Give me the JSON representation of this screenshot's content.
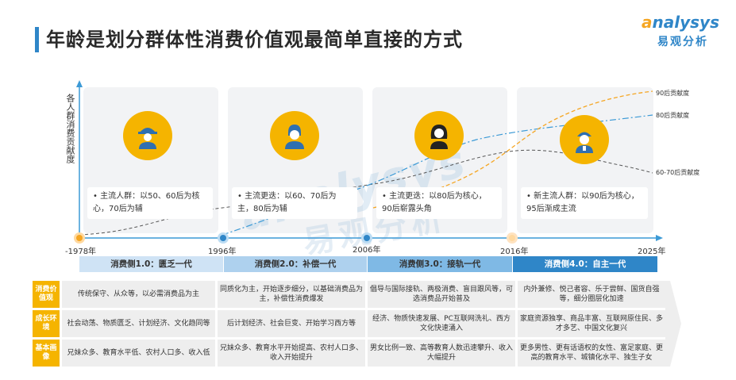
{
  "header": {
    "title": "年龄是划分群体性消费价值观最简单直接的方式",
    "logo_en": "nalysys",
    "logo_en_prefix": "a",
    "logo_cn": "易观分析"
  },
  "watermark": {
    "en": "analysys",
    "cn": "易观分析"
  },
  "chart": {
    "ylabel": "各人群消费贡献度",
    "years": [
      "-1978年",
      "1996年",
      "2006年",
      "2016年",
      "2025年"
    ],
    "series": [
      {
        "name": "90后贡献度",
        "color": "#f5a623"
      },
      {
        "name": "80后贡献度",
        "color": "#3c9ad6"
      },
      {
        "name": "60-70后贡献度",
        "color": "#333333"
      }
    ]
  },
  "eras": [
    {
      "icon": "worker-helmet-icon",
      "note": "• 主流人群：以50、60后为核心，70后为辅",
      "band": "消费侧1.0：匮乏一代"
    },
    {
      "icon": "person-icon",
      "note": "• 主流更迭：以60、70后为主，80后为辅",
      "band": "消费侧2.0：补偿一代"
    },
    {
      "icon": "woman-icon",
      "note": "• 主流更迭：以80后为核心，90后崭露头角",
      "band": "消费侧3.0：接轨一代"
    },
    {
      "icon": "young-worker-icon",
      "note": "• 新主流人群：以90后为核心，95后渐成主流",
      "band": "消费侧4.0：自主一代"
    }
  ],
  "band_colors": [
    "#cfe3f5",
    "#aed1ee",
    "#7fb9e5",
    "#2f86c8"
  ],
  "table": {
    "rows": [
      {
        "label": "消费价值观",
        "cells": [
          "传统保守、从众等，以必需消费品为主",
          "同质化为主，开始逐步细分，以基础消费品为主，补偿性消费爆发",
          "倡导与国际接轨、两极消费、盲目跟风等，可选消费品开始普及",
          "内外兼修、悦己者容、乐于尝鲜、国货自强等，细分圈层化加速"
        ]
      },
      {
        "label": "成长环境",
        "cells": [
          "社会动荡、物质匮乏、计划经济、文化趋同等",
          "后计划经济、社会巨变、开始学习西方等",
          "经济、物质快速发展、PC互联网洗礼、西方文化快速涌入",
          "家庭资源独享、商品丰富、互联网原住民、多才多艺、中国文化复兴"
        ]
      },
      {
        "label": "基本画像",
        "cells": [
          "兄妹众多、教育水平低、农村人口多、收入低",
          "兄妹众多、教育水平开始提高、农村人口多、收入开始提升",
          "男女比例一致、高等教育人数迅速攀升、收入大幅提升",
          "更多男性、更有话语权的女性、富足家庭、更高的教育水平、城镇化水平、独生子女"
        ]
      }
    ]
  }
}
